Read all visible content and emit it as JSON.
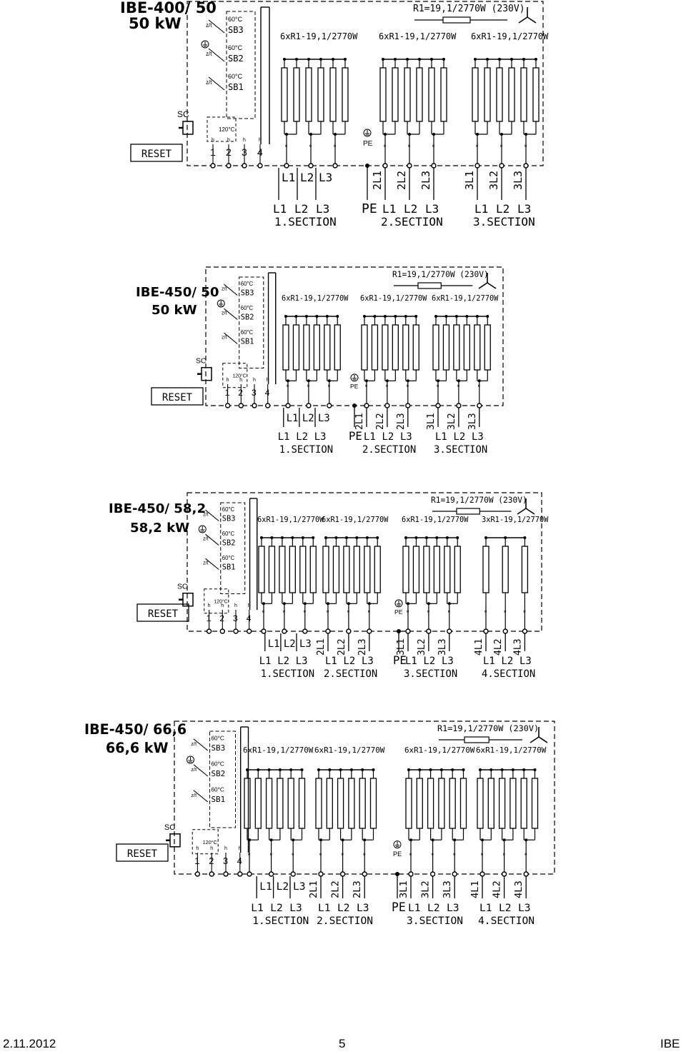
{
  "common": {
    "reset_label": "RESET",
    "sc_label": "SC",
    "sb_labels": [
      "SB3",
      "SB2",
      "SB1"
    ],
    "temp_60": "60°C",
    "temp_120": "120°C",
    "zti": "z/t",
    "h": "h",
    "terminals": [
      "1",
      "2",
      "3",
      "4"
    ],
    "pe_label": "PE",
    "group_6x": "6xR1-19,1/2770W",
    "group_3x": "3xR1-19,1/2770W"
  },
  "diagrams": [
    {
      "title": "IBE-400/  50",
      "power": "50  kW",
      "resistor_label": "R1=19,1/2770W  (230V)",
      "bottom_wires": [
        "L1",
        "L2",
        "L3",
        "2L1",
        "2L2",
        "2L3",
        "3L1",
        "3L2",
        "3L3"
      ],
      "phase_labels": [
        "L1",
        "L2",
        "L3",
        "L1",
        "L2",
        "L3",
        "L1",
        "L2",
        "L3"
      ],
      "sections": [
        "1.SECTION",
        "2.SECTION",
        "3.SECTION"
      ]
    },
    {
      "title": "IBE-450/  50",
      "power": "50  kW",
      "resistor_label": "R1=19,1/2770W  (230V)",
      "bottom_wires": [
        "L1",
        "L2",
        "L3",
        "2L1",
        "2L2",
        "2L3",
        "3L1",
        "3L2",
        "3L3"
      ],
      "phase_labels": [
        "L1",
        "L2",
        "L3",
        "L1",
        "L2",
        "L3",
        "L1",
        "L2",
        "L3"
      ],
      "sections": [
        "1.SECTION",
        "2.SECTION",
        "3.SECTION"
      ]
    },
    {
      "title": "IBE-450/  58,2",
      "power": "58,2  kW",
      "resistor_label": "R1=19,1/2770W  (230V)",
      "bottom_wires": [
        "L1",
        "L2",
        "L3",
        "2L1",
        "2L2",
        "2L3",
        "3L1",
        "3L2",
        "3L3",
        "4L1",
        "4L2",
        "4L3"
      ],
      "phase_labels": [
        "L1",
        "L2",
        "L3",
        "L1",
        "L2",
        "L3",
        "L1",
        "L2",
        "L3",
        "L1",
        "L2",
        "L3"
      ],
      "sections": [
        "1.SECTION",
        "2.SECTION",
        "3.SECTION",
        "4.SECTION"
      ]
    },
    {
      "title": "IBE-450/  66,6",
      "power": "66,6  kW",
      "resistor_label": "R1=19,1/2770W  (230V)",
      "bottom_wires": [
        "L1",
        "L2",
        "L3",
        "2L1",
        "2L2",
        "2L3",
        "3L1",
        "3L2",
        "3L3",
        "4L1",
        "4L2",
        "4L3"
      ],
      "phase_labels": [
        "L1",
        "L2",
        "L3",
        "L1",
        "L2",
        "L3",
        "L1",
        "L2",
        "L3",
        "L1",
        "L2",
        "L3"
      ],
      "sections": [
        "1.SECTION",
        "2.SECTION",
        "3.SECTION",
        "4.SECTION"
      ]
    }
  ],
  "footer": {
    "date": "2.11.2012",
    "page": "5",
    "brand": "IBE"
  }
}
